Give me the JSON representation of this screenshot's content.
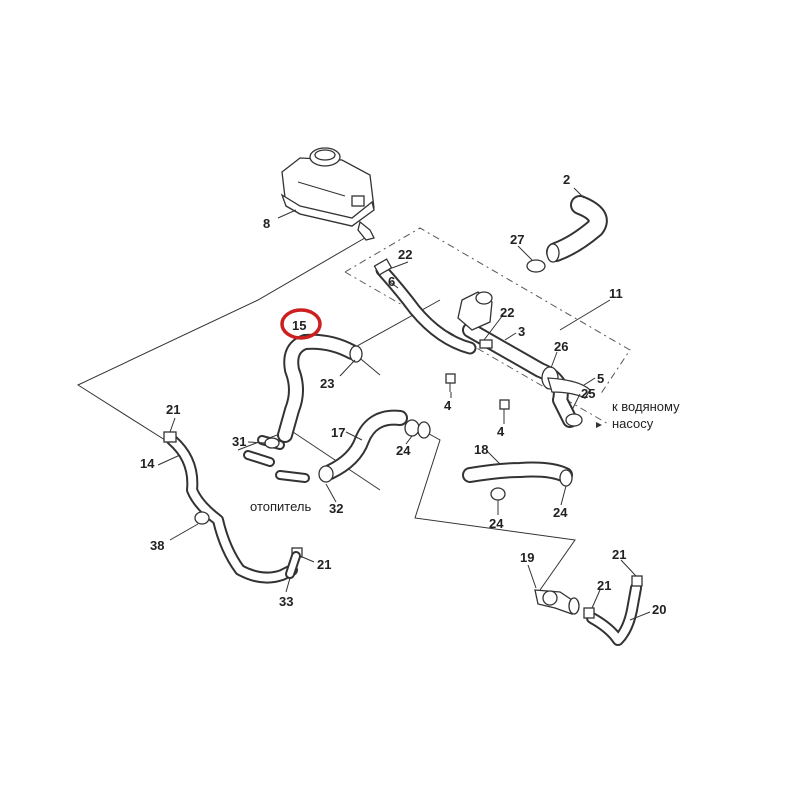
{
  "diagram": {
    "highlight_color": "#cc1f1f",
    "highlighted_part": "15",
    "labels": {
      "p2": "2",
      "p8": "8",
      "p27": "27",
      "p22a": "22",
      "p6": "6",
      "p11": "11",
      "p15": "15",
      "p22b": "22",
      "p3": "3",
      "p26": "26",
      "p5": "5",
      "p25": "25",
      "p23": "23",
      "p4a": "4",
      "p4b": "4",
      "p21a": "21",
      "p14": "14",
      "p31": "31",
      "p17": "17",
      "p24a": "24",
      "p18": "18",
      "p32": "32",
      "p24b": "24",
      "p24c": "24",
      "p38": "38",
      "p21b": "21",
      "p33": "33",
      "p19": "19",
      "p21c": "21",
      "p21d": "21",
      "p20": "20"
    },
    "notes": {
      "water_pump_line1": "к водяному",
      "water_pump_line2": "насосу",
      "heater": "отопитель"
    }
  }
}
